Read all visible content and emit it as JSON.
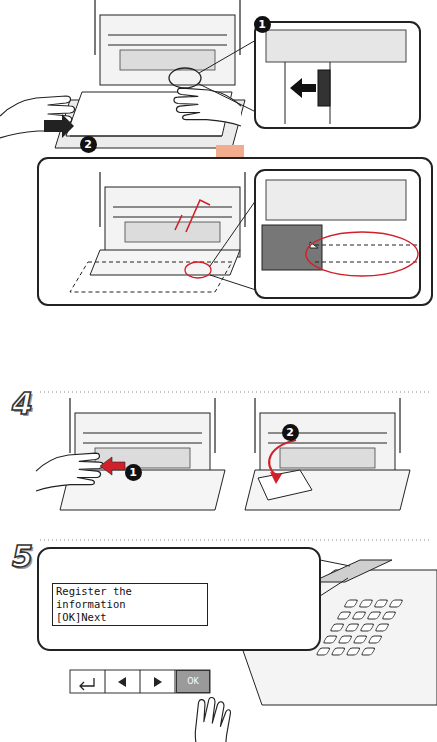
{
  "diagram": {
    "nodes": [
      {
        "text": [
          "Register the information",
          "[OK]Next"
        ]
      },
      {
        "text": [
          "OK"
        ],
        "in": null
      }
    ],
    "labels": [
      "1",
      "2",
      "4",
      "1",
      "2",
      "5"
    ]
  }
}
